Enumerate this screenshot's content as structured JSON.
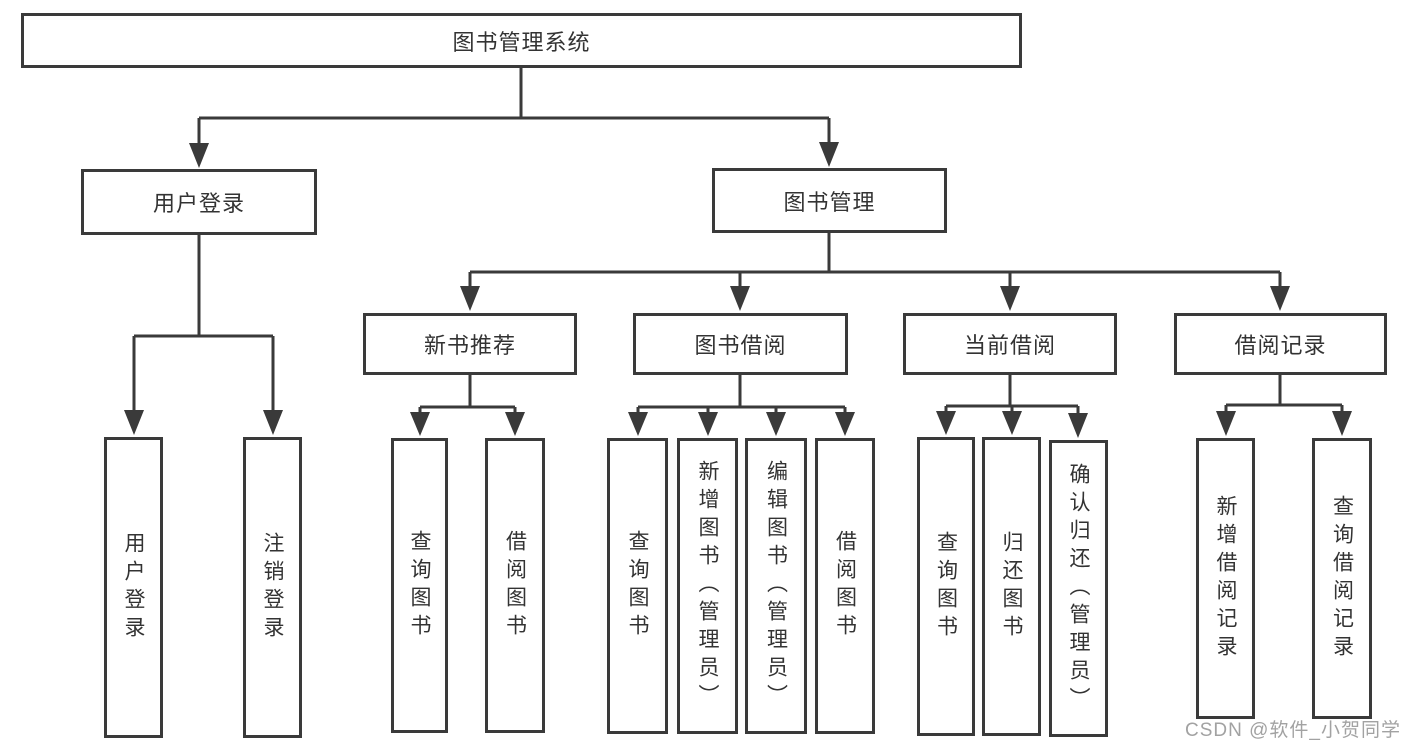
{
  "diagram": {
    "root": "图书管理系统",
    "user_login": {
      "label": "用户登录",
      "children": {
        "login": "用户登录",
        "logout": "注销登录"
      }
    },
    "book_mgmt": {
      "label": "图书管理",
      "new_book": {
        "label": "新书推荐",
        "children": {
          "query": "查询图书",
          "borrow": "借阅图书"
        }
      },
      "borrowing": {
        "label": "图书借阅",
        "children": {
          "query": "查询图书",
          "add": "新增图书（管理员）",
          "edit": "编辑图书（管理员）",
          "borrow": "借阅图书"
        }
      },
      "current": {
        "label": "当前借阅",
        "children": {
          "query": "查询图书",
          "return": "归还图书",
          "confirm": "确认归还（管理员）"
        }
      },
      "records": {
        "label": "借阅记录",
        "children": {
          "add": "新增借阅记录",
          "query": "查询借阅记录"
        }
      }
    }
  },
  "watermark": "CSDN @软件_小贺同学",
  "colors": {
    "line": "#3a3a3a",
    "box_background": "#ffffff",
    "text": "#333333",
    "watermark": "#a2a2a2"
  }
}
